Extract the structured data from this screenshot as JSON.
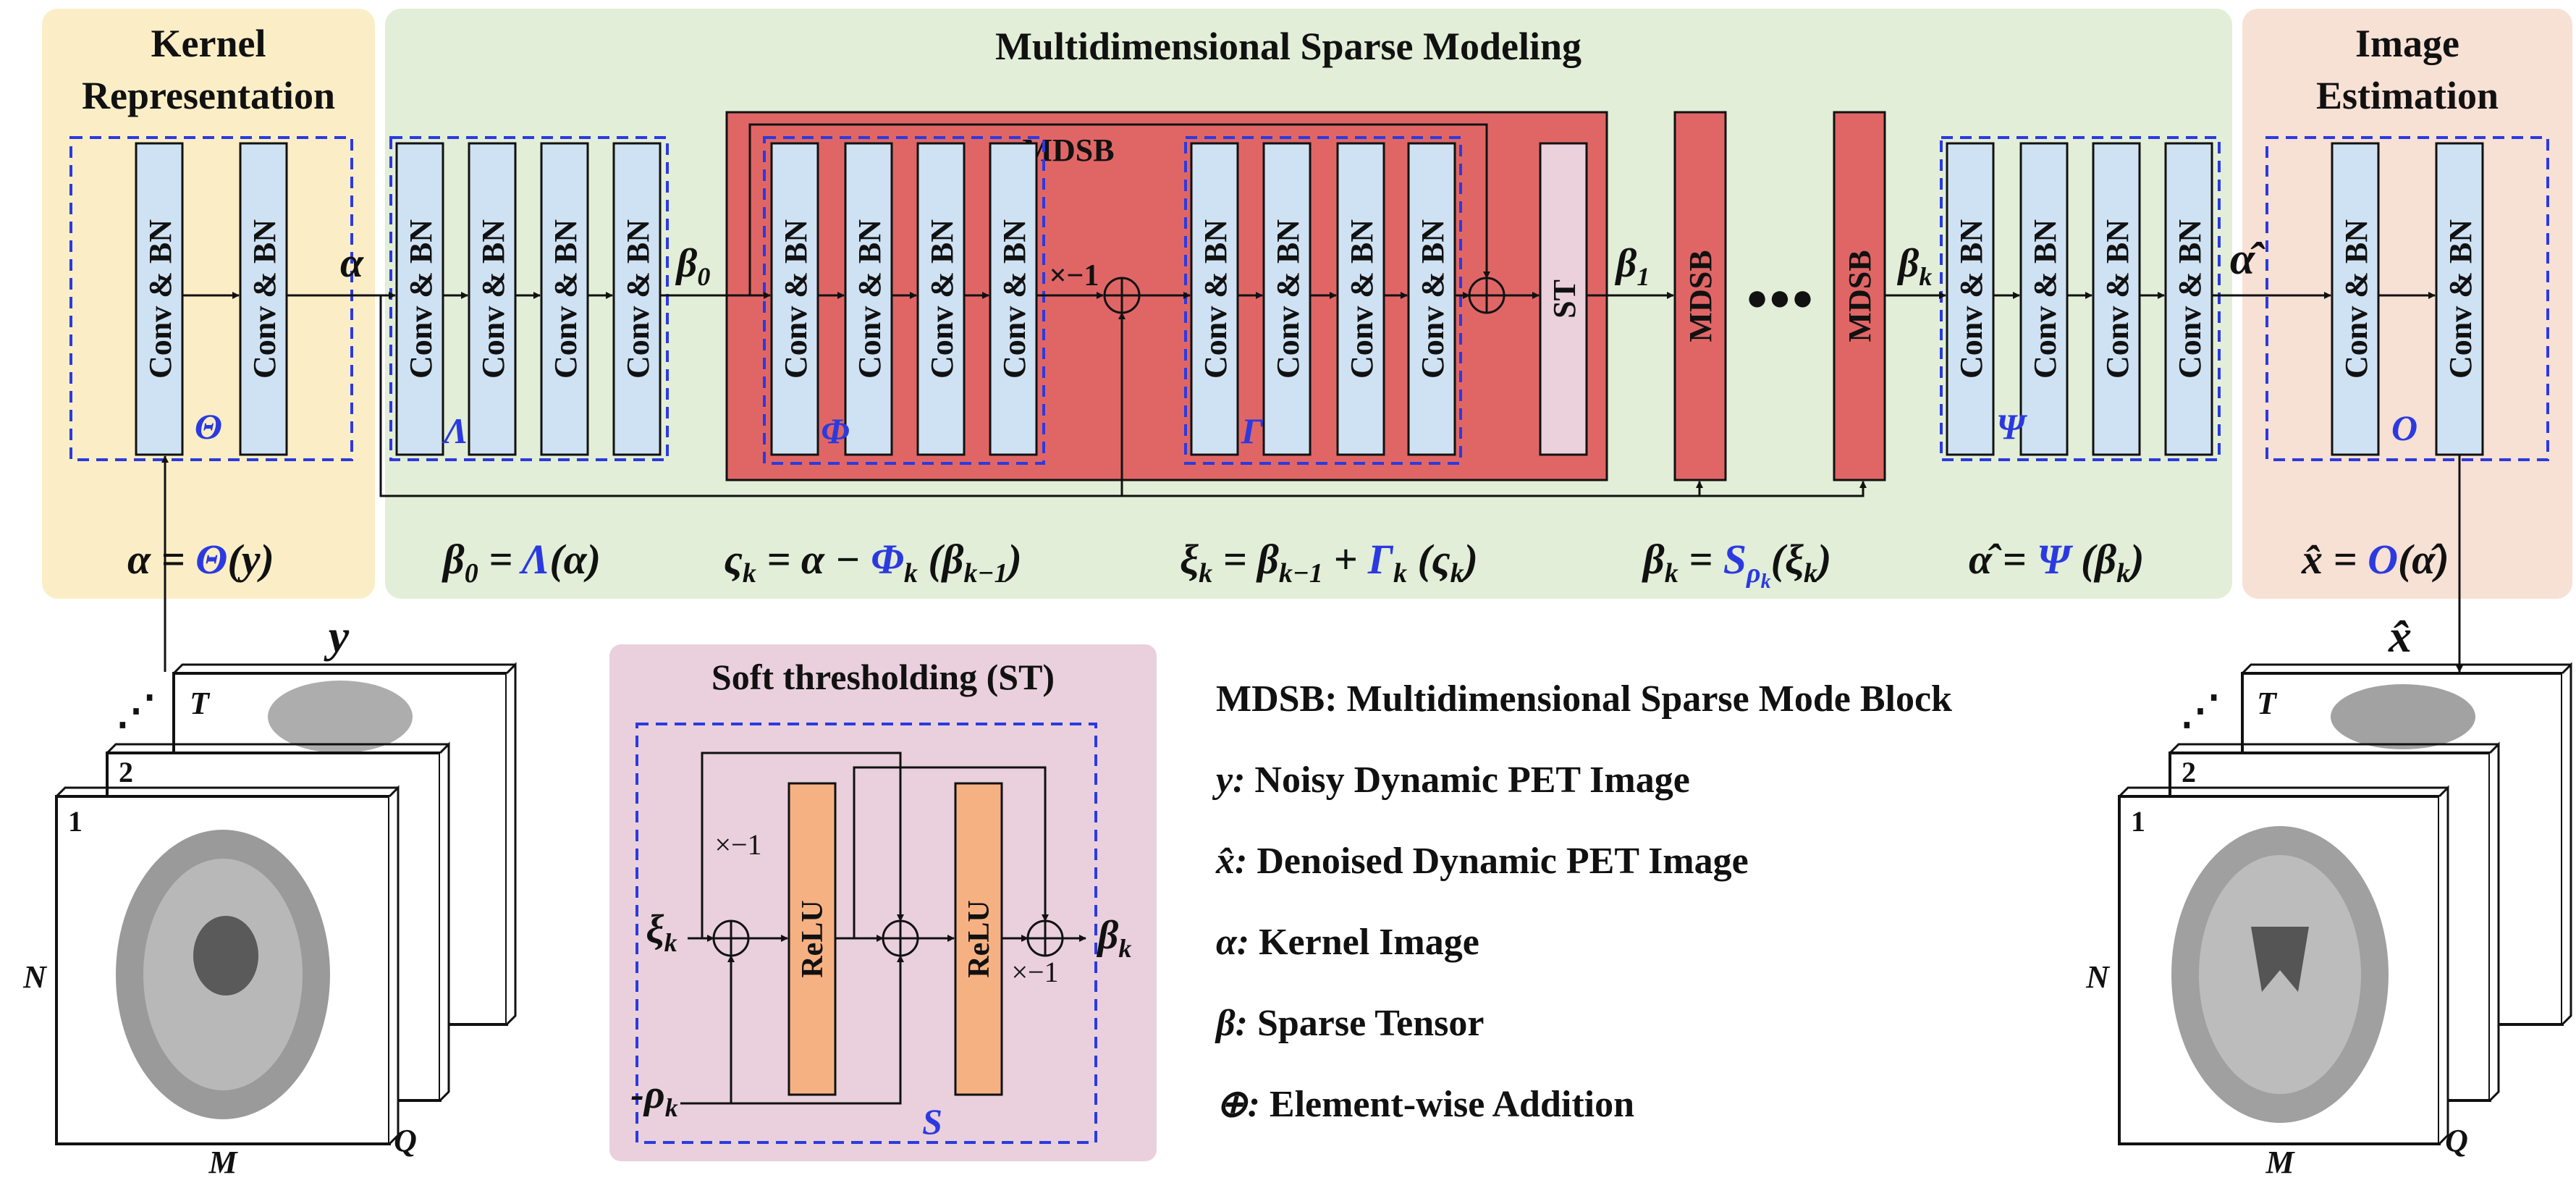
{
  "sections": {
    "kernel_title_line1": "Kernel",
    "kernel_title_line2": "Representation",
    "sparse_title": "Multidimensional Sparse Modeling",
    "image_title_line1": "Image",
    "image_title_line2": "Estimation"
  },
  "blocks": {
    "conv_label": "Conv & BN",
    "mdsb_label": "MDSB",
    "st_label": "ST",
    "relu_label": "ReLU",
    "ellipsis": "●●●"
  },
  "module_labels": {
    "theta": "Θ",
    "lambda": "Λ",
    "phi": "Φ",
    "gamma": "Γ",
    "psi": "Ψ",
    "o": "O",
    "s": "S"
  },
  "signals": {
    "alpha": "α",
    "beta0": "β",
    "beta0_sub": "0",
    "beta1": "β",
    "beta1_sub": "1",
    "betak": "β",
    "betak_sub": "k",
    "alpha_hat": "α̂",
    "minus_one": "×−1",
    "y": "y",
    "x_hat": "x̂",
    "xi": "ξ",
    "xi_sub": "k",
    "rho": "-ρ",
    "rho_sub": "k",
    "beta_k_out": "β",
    "beta_k_out_sub": "k"
  },
  "equations": {
    "eq1_prefix": "α = ",
    "eq1_fn": "Θ",
    "eq1_suffix": "(y)",
    "eq2_prefix": "β",
    "eq2_sub": "0",
    "eq2_mid": " = ",
    "eq2_fn": "Λ",
    "eq2_suffix": "(α)",
    "eq3_prefix": "ς",
    "eq3_sub": "k",
    "eq3_mid": " = α − ",
    "eq3_fn": "Φ",
    "eq3_fn_sub": "k",
    "eq3_suffix": " (β",
    "eq3_suffix_sub": "k−1",
    "eq3_end": ")",
    "eq4_prefix": "ξ",
    "eq4_sub": "k",
    "eq4_mid": " = β",
    "eq4_mid_sub": "k−1",
    "eq4_plus": " + ",
    "eq4_fn": "Γ",
    "eq4_fn_sub": "k",
    "eq4_suffix": " (ς",
    "eq4_suffix_sub": "k",
    "eq4_end": ")",
    "eq5_prefix": "β",
    "eq5_sub": "k",
    "eq5_mid": " = ",
    "eq5_fn": "S",
    "eq5_fn_sub": "ρ",
    "eq5_fn_subsub": "k",
    "eq5_suffix": "(ξ",
    "eq5_suffix_sub": "k",
    "eq5_end": ")",
    "eq6_prefix": "α̂ = ",
    "eq6_fn": "Ψ",
    "eq6_suffix": " (β",
    "eq6_suffix_sub": "k",
    "eq6_end": ")",
    "eq7_prefix": "x̂ = ",
    "eq7_fn": "O",
    "eq7_suffix": "(α̂)"
  },
  "st_panel": {
    "title": "Soft thresholding (ST)"
  },
  "stacks": {
    "left": {
      "T": "T",
      "two": "2",
      "one": "1",
      "N": "N",
      "M": "M",
      "Q": "Q",
      "dots": "⋰"
    },
    "right": {
      "T": "T",
      "two": "2",
      "one": "1",
      "N": "N",
      "M": "M",
      "Q": "Q",
      "dots": "⋰"
    }
  },
  "legend": [
    {
      "key": "MDSB:",
      "text": "Multidimensional Sparse Mode Block"
    },
    {
      "key": "y:",
      "text": "Noisy Dynamic PET Image"
    },
    {
      "key": "x̂:",
      "text": "Denoised Dynamic PET Image"
    },
    {
      "key": "α:",
      "text": "Kernel Image"
    },
    {
      "key": "β:",
      "text": "Sparse Tensor"
    },
    {
      "key": "⊕:",
      "text": "Element-wise Addition"
    }
  ],
  "colors": {
    "kernel_bg": "#fbeec6",
    "sparse_bg": "#e2eed7",
    "image_bg": "#f7e0d4",
    "mdsb_red": "#e06666",
    "conv_blue": "#cfe2f3",
    "st_pink": "#ead1dc",
    "st_panel_bg": "#e9d0dc",
    "relu_orange": "#f6b183",
    "dash_blue": "#2b3ae0"
  }
}
